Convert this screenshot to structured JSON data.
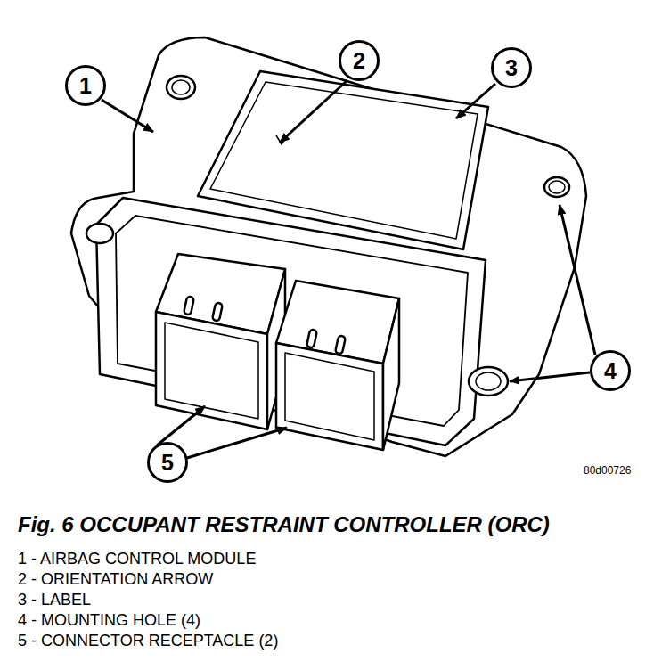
{
  "diagram": {
    "caption": "Fig. 6 OCCUPANT RESTRAINT CONTROLLER (ORC)",
    "nodes": [
      {
        "text": [
          "1"
        ]
      },
      {
        "text": [
          "2"
        ]
      },
      {
        "text": [
          "3"
        ]
      },
      {
        "text": [
          "4"
        ]
      },
      {
        "text": [
          "5"
        ]
      }
    ],
    "labels": [
      "80d00726",
      "1 - AIRBAG CONTROL MODULE",
      "2 - ORIENTATION ARROW",
      "3 - LABEL",
      "4 - MOUNTING HOLE (4)",
      "5 - CONNECTOR RECEPTACLE (2)"
    ]
  }
}
